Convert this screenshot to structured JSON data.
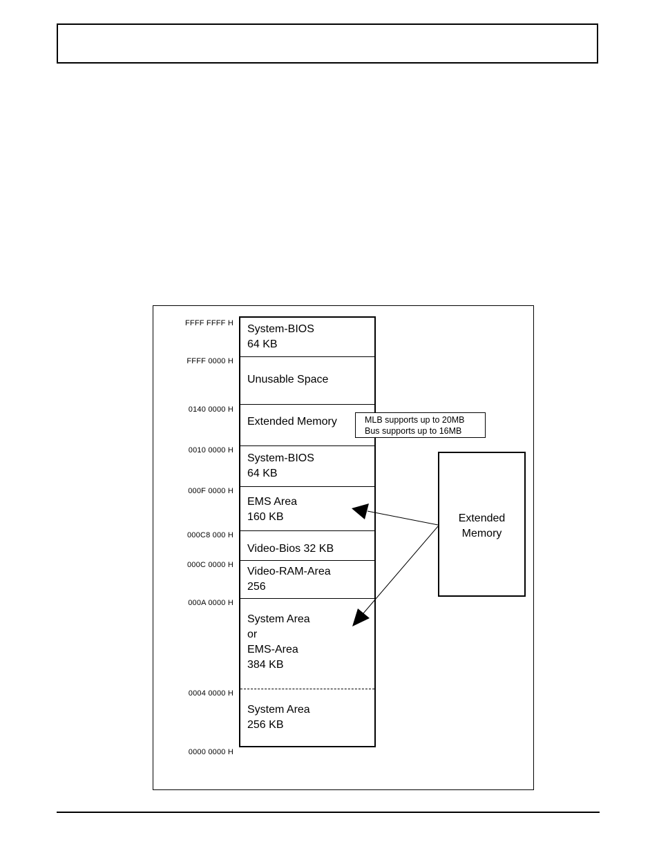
{
  "addresses": [
    "FFFF FFFF H",
    "FFFF 0000 H",
    "0140 0000 H",
    "0010 0000 H",
    "000F 0000 H",
    "000C8 000 H",
    "000C 0000 H",
    "000A 0000 H",
    "0004 0000 H",
    "0000 0000 H"
  ],
  "segments": [
    {
      "lines": [
        "System-BIOS",
        "64 KB"
      ]
    },
    {
      "lines": [
        "Unusable Space"
      ]
    },
    {
      "lines": [
        "Extended Memory"
      ]
    },
    {
      "lines": [
        "System-BIOS",
        "64 KB"
      ]
    },
    {
      "lines": [
        "EMS Area",
        "160 KB"
      ]
    },
    {
      "lines": [
        "Video-Bios 32 KB"
      ]
    },
    {
      "lines": [
        "Video-RAM-Area",
        "256"
      ]
    },
    {
      "lines": [
        "System Area",
        "or",
        "EMS-Area",
        "384 KB"
      ]
    },
    {
      "lines": [
        "System Area",
        "256 KB"
      ]
    }
  ],
  "note": {
    "line1": "MLB supports up to 20MB",
    "line2": "Bus supports up to 16MB"
  },
  "extended_box": {
    "line1": "Extended",
    "line2": "Memory"
  }
}
